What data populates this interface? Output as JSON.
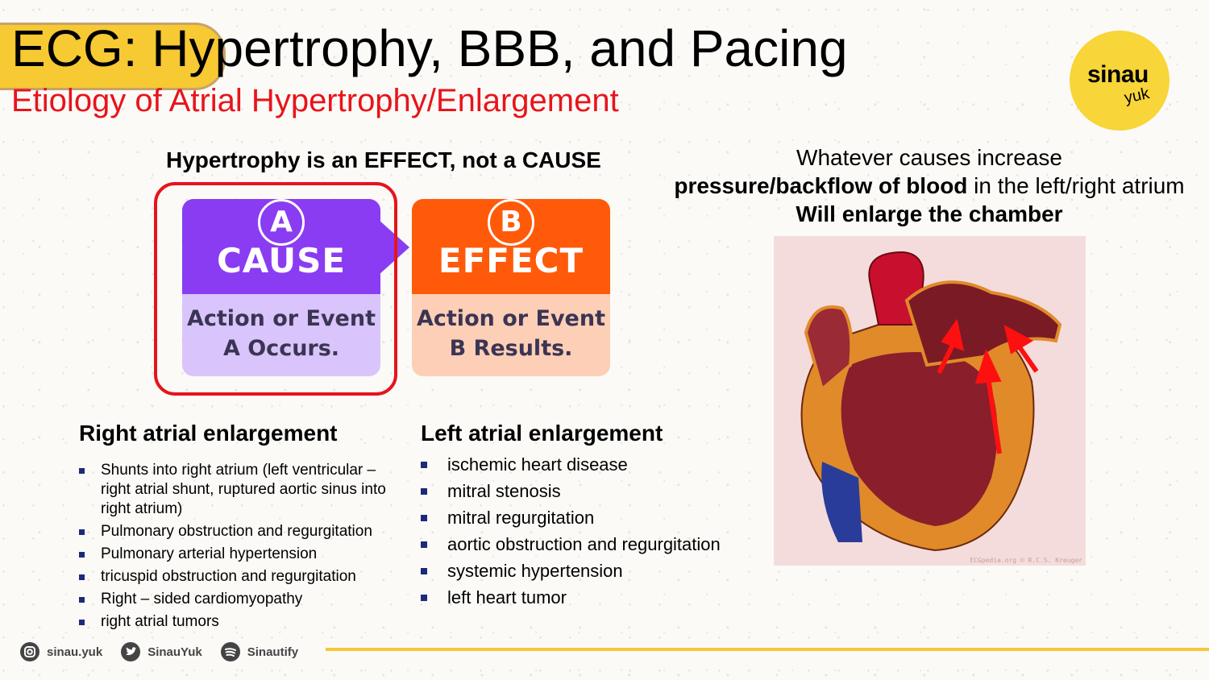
{
  "header": {
    "title": "ECG: Hypertrophy, BBB, and Pacing",
    "subtitle": "Etiology of Atrial Hypertrophy/Enlargement"
  },
  "logo": {
    "line1": "sinau",
    "line2": "yuk"
  },
  "diagram": {
    "heading": "Hypertrophy is an EFFECT, not a CAUSE",
    "cause": {
      "letter": "A",
      "title": "CAUSE",
      "line1": "Action or Event",
      "line2": "A Occurs."
    },
    "effect": {
      "letter": "B",
      "title": "EFFECT",
      "line1": "Action or Event",
      "line2": "B Results."
    }
  },
  "right_text": {
    "line1": "Whatever causes increase",
    "line2_bold": "pressure/backflow of blood",
    "line2_rest": " in the left/right atrium",
    "line3": "Will enlarge the chamber"
  },
  "heart_image": {
    "credit": "ECGpedia.org © R.C.S. Kreuger"
  },
  "right_atrial": {
    "heading": "Right atrial enlargement",
    "items": [
      "Shunts into right atrium (left ventricular – right atrial shunt, ruptured aortic sinus into right atrium)",
      "Pulmonary obstruction and regurgitation",
      "Pulmonary arterial hypertension",
      "tricuspid obstruction and regurgitation",
      "Right – sided cardiomyopathy",
      "right atrial tumors"
    ]
  },
  "left_atrial": {
    "heading": "Left atrial enlargement",
    "items": [
      "ischemic heart disease",
      "mitral stenosis",
      "mitral regurgitation",
      "aortic obstruction and regurgitation",
      "systemic hypertension",
      "left heart tumor"
    ]
  },
  "footer": {
    "instagram": "sinau.yuk",
    "twitter": "SinauYuk",
    "spotify": "Sinautify"
  },
  "colors": {
    "accent_yellow": "#f7c933",
    "subtitle_red": "#e8141b",
    "cause_purple": "#8a3cf2",
    "effect_orange": "#ff5a0a"
  }
}
